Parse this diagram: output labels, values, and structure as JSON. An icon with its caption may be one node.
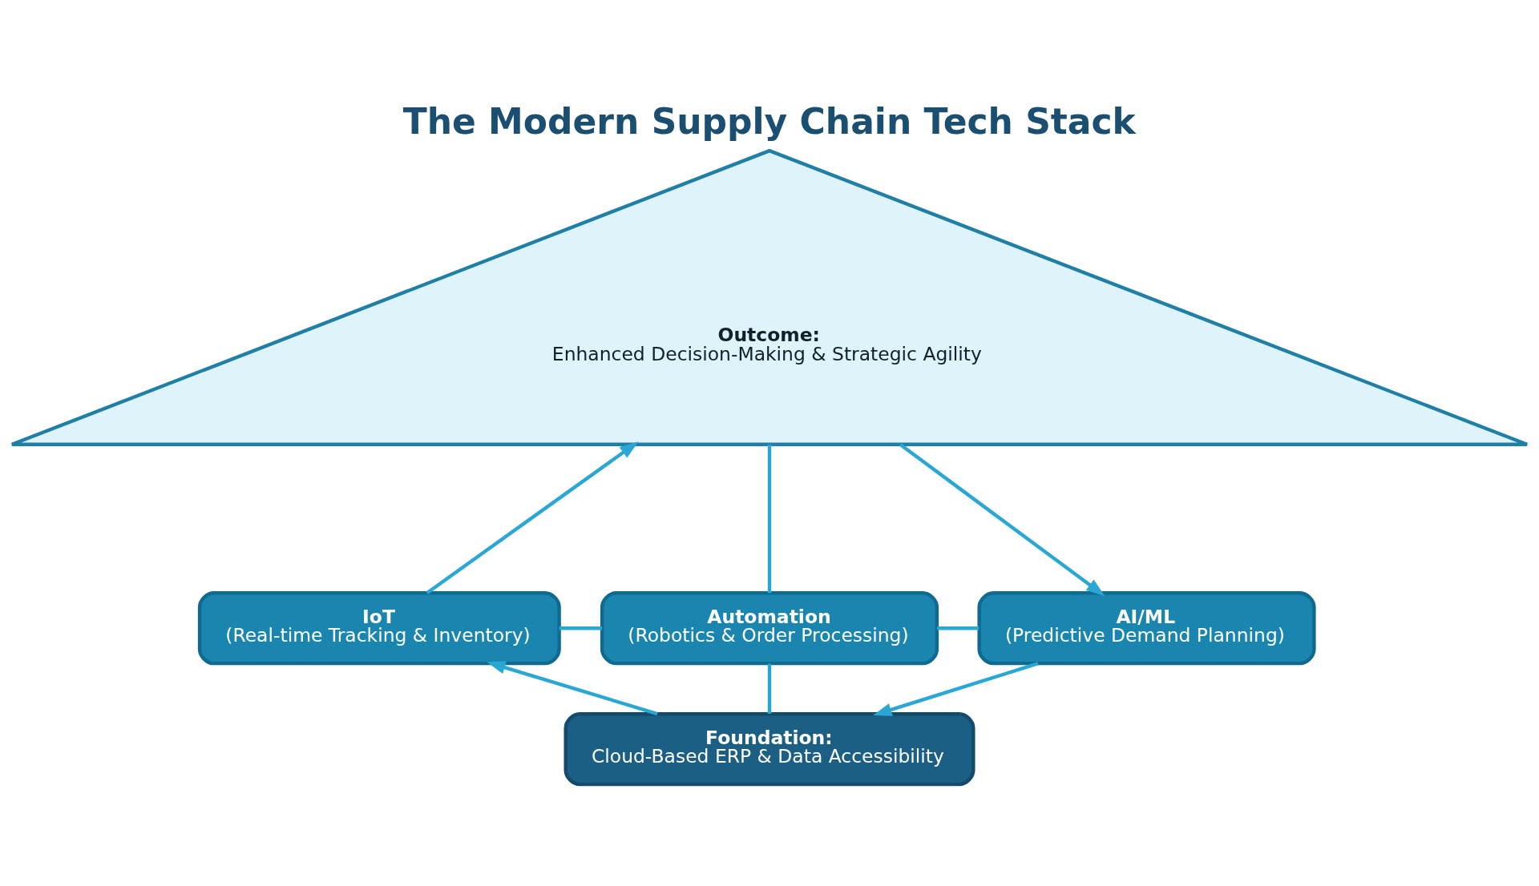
{
  "diagram": {
    "title": "The Modern Supply Chain Tech Stack",
    "nodes": [
      {
        "text": [
          "Outcome:",
          "Enhanced Decision-Making & Strategic Agility"
        ]
      },
      {
        "text": [
          "IoT",
          "(Real-time Tracking & Inventory)"
        ]
      },
      {
        "text": [
          "Automation",
          "(Robotics & Order Processing)"
        ]
      },
      {
        "text": [
          "AI/ML",
          "(Predictive Demand Planning)"
        ]
      },
      {
        "text": [
          "Foundation:",
          "Cloud-Based ERP & Data Accessibility"
        ]
      }
    ],
    "edges": [
      {
        "from": 1,
        "to": 0,
        "arrow": "to"
      },
      {
        "from": 2,
        "to": 0,
        "arrow": "none"
      },
      {
        "from": 0,
        "to": 3,
        "arrow": "to"
      },
      {
        "from": 1,
        "to": 2,
        "arrow": "none"
      },
      {
        "from": 2,
        "to": 3,
        "arrow": "none"
      },
      {
        "from": 4,
        "to": 1,
        "arrow": "to"
      },
      {
        "from": 2,
        "to": 4,
        "arrow": "none"
      },
      {
        "from": 3,
        "to": 4,
        "arrow": "to"
      }
    ]
  }
}
